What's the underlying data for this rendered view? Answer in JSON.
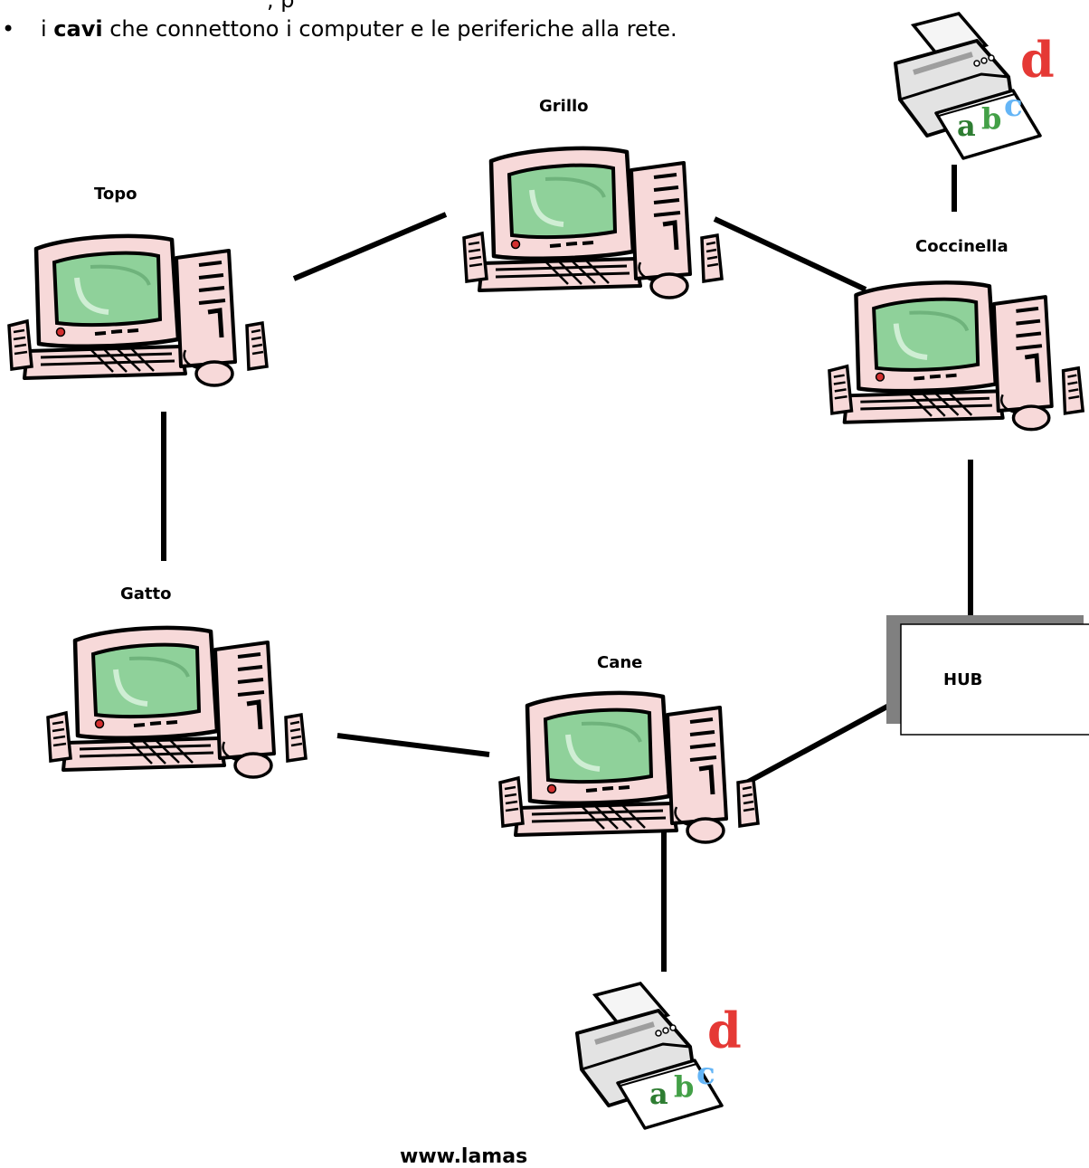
{
  "text": {
    "bullet": "•",
    "intro_prefix": "i ",
    "intro_bold": "cavi",
    "intro_suffix": " che connettono i computer e le periferiche alla rete.",
    "top_partial": ", p",
    "footer": "www.lamas"
  },
  "nodes": {
    "topo": "Topo",
    "grillo": "Grillo",
    "coccinella": "Coccinella",
    "gatto": "Gatto",
    "cane": "Cane",
    "hub": "HUB"
  },
  "printer_letters": [
    "a",
    "b",
    "c",
    "d"
  ],
  "colors": {
    "monitor_body": "#f7d9d9",
    "screen": "#8fd19a",
    "outline": "#000000",
    "hub_shadow": "#808080",
    "letter_a": "#2e7d32",
    "letter_b": "#43a047",
    "letter_c": "#64b5f6",
    "letter_d": "#e53935"
  },
  "icons": [
    "computer-icon",
    "printer-icon"
  ]
}
